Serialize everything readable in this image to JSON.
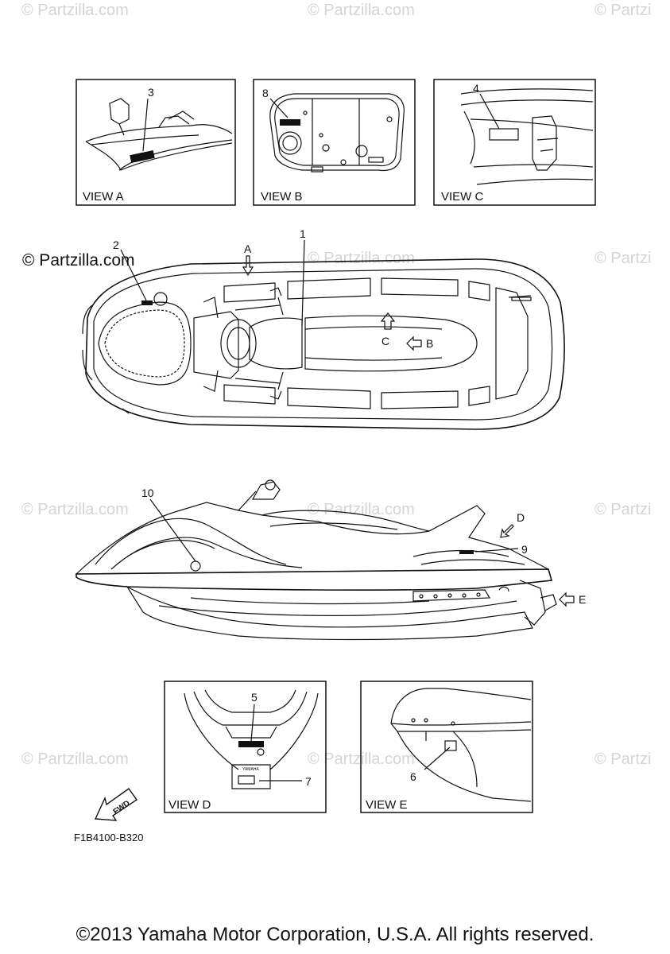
{
  "watermarks": [
    "© Partzilla.com",
    "© Partzilla.com",
    "© Partzi",
    "© Partzilla.com",
    "© Partzilla.com",
    "© Partzi",
    "© Partzilla.com",
    "© Partzilla.com",
    "© Partzi",
    "© Partzilla.com",
    "© Partzilla.com",
    "© Partzi"
  ],
  "watermark_strong": "© Partzilla.com",
  "views": {
    "a": "VIEW A",
    "b": "VIEW B",
    "c": "VIEW C",
    "d": "VIEW D",
    "e": "VIEW E"
  },
  "callouts": {
    "c1": "1",
    "c2": "2",
    "c3": "3",
    "c4": "4",
    "c5": "5",
    "c6": "6",
    "c7": "7",
    "c8": "8",
    "c9": "9",
    "c10": "10"
  },
  "view_refs": {
    "a": "A",
    "b": "B",
    "c": "C",
    "d": "D",
    "e": "E"
  },
  "fwd": "FWD",
  "badge": "YAMAHA",
  "diagram_code": "F1B4100-B320",
  "copyright": "©2013 Yamaha Motor Corporation, U.S.A. All rights reserved."
}
